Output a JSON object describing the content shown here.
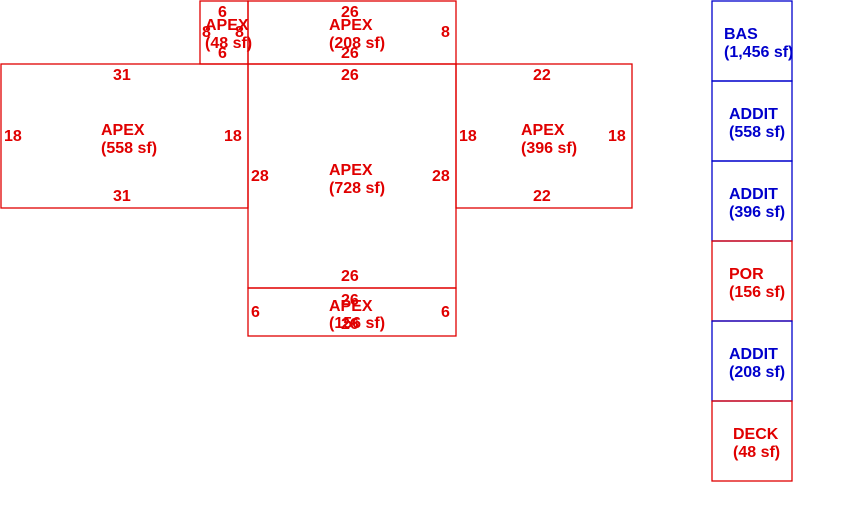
{
  "colors": {
    "red": "#e00000",
    "blue": "#0000cc"
  },
  "areas": [
    {
      "id": "deck-top",
      "color": "red",
      "name": "APEX",
      "area": "(48 sf)",
      "dims": {
        "top": "6",
        "bottom": "6",
        "left": "8",
        "right": "8"
      }
    },
    {
      "id": "upper",
      "color": "red",
      "name": "APEX",
      "area": "(208 sf)",
      "dims": {
        "top": "26",
        "bottom": "26",
        "right": "8"
      }
    },
    {
      "id": "left-wing",
      "color": "red",
      "name": "APEX",
      "area": "(558 sf)",
      "dims": {
        "top": "31",
        "bottom": "31",
        "left": "18",
        "right": "18"
      }
    },
    {
      "id": "center",
      "color": "red",
      "name": "APEX",
      "area": "(728 sf)",
      "dims": {
        "top": "26",
        "bottom": "26",
        "left": "28",
        "right": "28"
      }
    },
    {
      "id": "right-wing",
      "color": "red",
      "name": "APEX",
      "area": "(396 sf)",
      "dims": {
        "top": "22",
        "bottom": "22",
        "left": "18",
        "right": "18"
      }
    },
    {
      "id": "porch",
      "color": "red",
      "name": "APEX",
      "area": "(156 sf)",
      "dims": {
        "top": "26",
        "bottom": "26",
        "left": "6",
        "right": "6"
      }
    }
  ],
  "legend": [
    {
      "color": "blue",
      "name": "BAS",
      "area": "(1,456 sf)"
    },
    {
      "color": "blue",
      "name": "ADDIT",
      "area": "(558 sf)"
    },
    {
      "color": "blue",
      "name": "ADDIT",
      "area": "(396 sf)"
    },
    {
      "color": "red",
      "name": "POR",
      "area": "(156 sf)"
    },
    {
      "color": "blue",
      "name": "ADDIT",
      "area": "(208 sf)"
    },
    {
      "color": "red",
      "name": "DECK",
      "area": "(48 sf)"
    }
  ]
}
